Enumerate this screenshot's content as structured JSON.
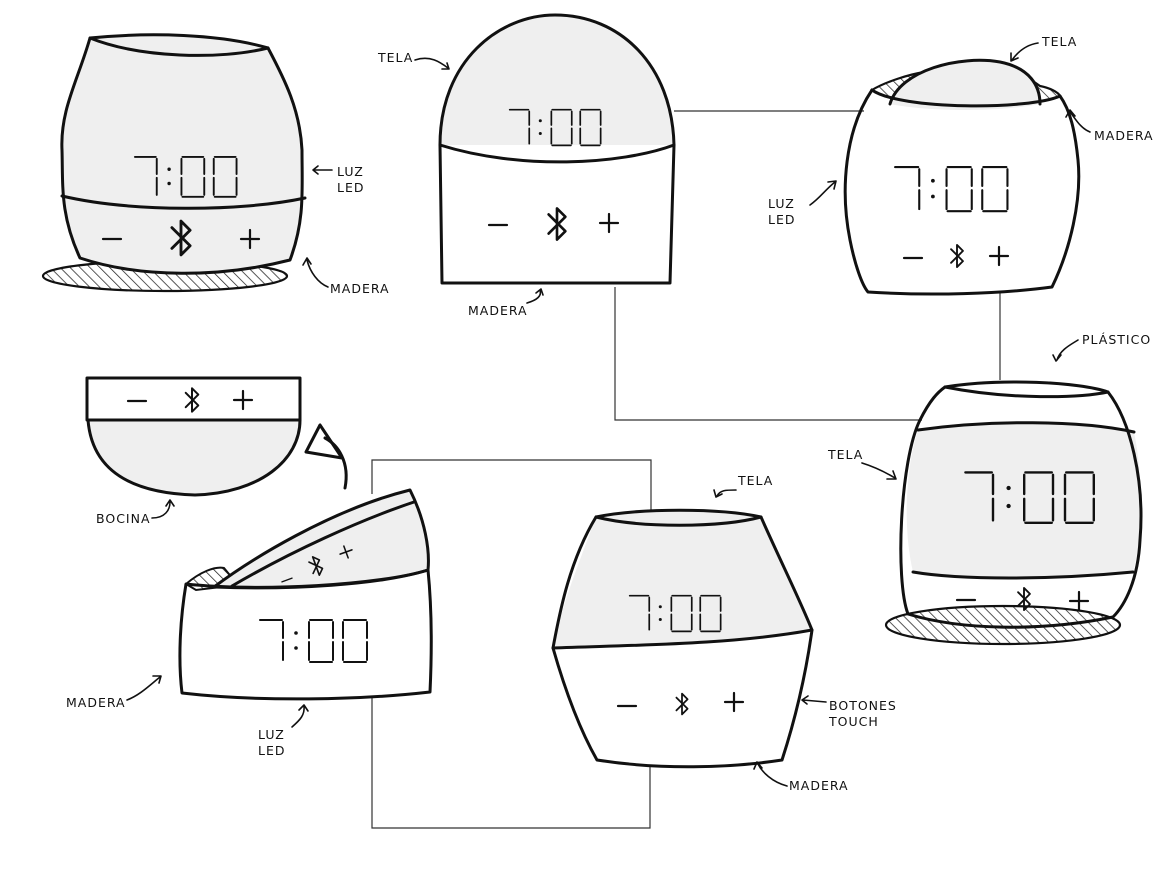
{
  "clock_time": "7:00",
  "connector_color": "#555555",
  "ink_color": "#111111",
  "controls": {
    "volume_down_symbol": "minus-symbol",
    "bluetooth_symbol": "bluetooth-icon",
    "volume_up_symbol": "plus-symbol"
  },
  "labels": {
    "tela": "TELA",
    "madera": "MADERA",
    "luz": "LUZ",
    "led": "LED",
    "plastico": "PLÁSTICO",
    "bocina": "BOCINA",
    "botones": "BOTONES",
    "touch": "TOUCH"
  },
  "concepts": [
    {
      "name": "Rounded pot on wooden base",
      "notes": [
        "LUZ LED",
        "MADERA"
      ]
    },
    {
      "name": "Dome on box",
      "notes": [
        "TELA",
        "MADERA"
      ]
    },
    {
      "name": "Barrel with fabric dome",
      "notes": [
        "TELA",
        "MADERA",
        "LUZ LED"
      ]
    },
    {
      "name": "Barrel on wooden base",
      "notes": [
        "PLÁSTICO",
        "TELA"
      ]
    },
    {
      "name": "Split bowl with speaker lid",
      "notes": [
        "BOCINA",
        "MADERA",
        "LUZ LED"
      ]
    },
    {
      "name": "Double truncated cone",
      "notes": [
        "TELA",
        "BOTONES TOUCH",
        "MADERA"
      ]
    }
  ]
}
